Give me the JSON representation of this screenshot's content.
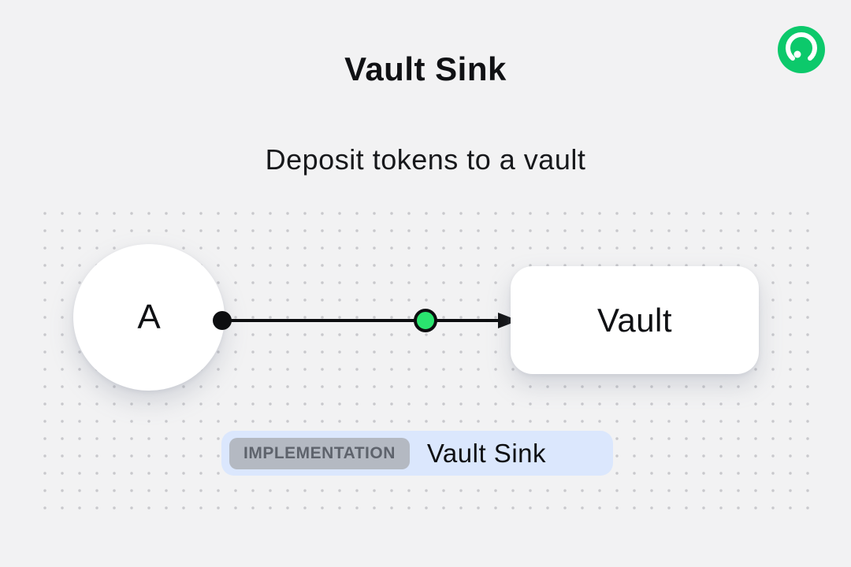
{
  "page": {
    "title": "Vault Sink",
    "subtitle": "Deposit tokens to a vault"
  },
  "logo": {
    "name": "superfluid-logo",
    "color": "#0cc96b"
  },
  "diagram": {
    "source_node": {
      "label": "A",
      "shape": "circle"
    },
    "target_node": {
      "label": "Vault",
      "shape": "rounded-rect"
    },
    "edge": {
      "start_marker": "black-dot",
      "mid_marker": "green-dot",
      "end_marker": "arrowhead",
      "green_dot_color": "#2ae56f",
      "line_color": "#0d0e10"
    },
    "badge": {
      "tag": "IMPLEMENTATION",
      "label": "Vault Sink",
      "badge_bg": "#dbe7fd",
      "tag_bg": "#b4b9c2"
    }
  }
}
